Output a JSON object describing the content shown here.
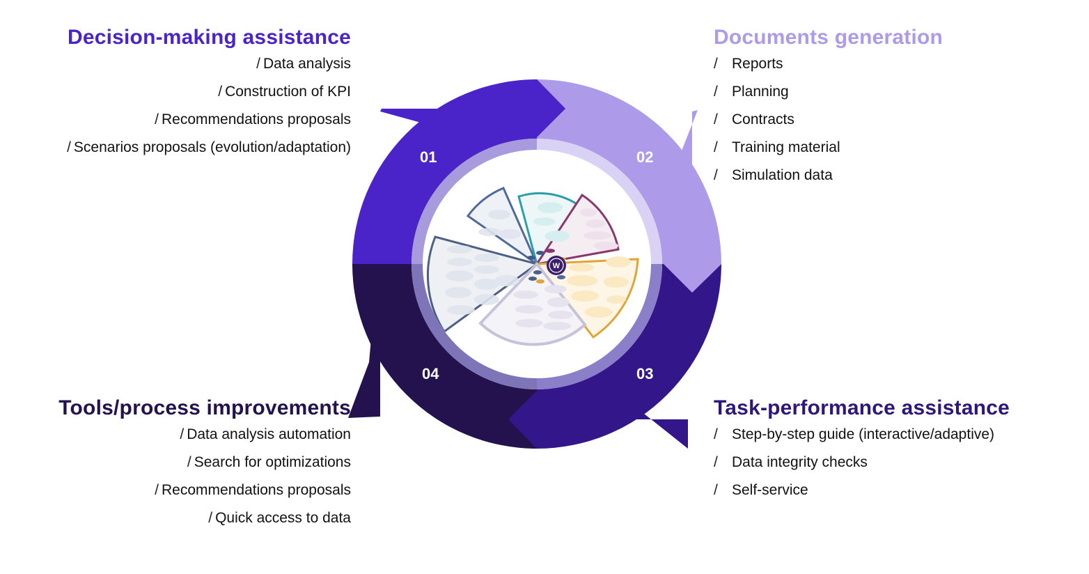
{
  "quadrants": {
    "q1": {
      "number": "01",
      "title": "Decision-making assistance",
      "items": [
        "Data analysis",
        "Construction of KPI",
        "Recommendations proposals",
        "Scenarios proposals (evolution/adaptation)"
      ]
    },
    "q2": {
      "number": "02",
      "title": "Documents generation",
      "items": [
        "Reports",
        "Planning",
        "Contracts",
        "Training material",
        "Simulation data"
      ]
    },
    "q3": {
      "number": "03",
      "title": "Task-performance assistance",
      "items": [
        "Step-by-step guide (interactive/adaptive)",
        "Data integrity checks",
        "Self-service"
      ]
    },
    "q4": {
      "number": "04",
      "title": "Tools/process improvements",
      "items": [
        "Data analysis automation",
        "Search for optimizations",
        "Recommendations proposals",
        "Quick access to data"
      ]
    }
  },
  "bullet_glyph": "/",
  "colors": {
    "q1": "#4a24c8",
    "q2": "#ad9be9",
    "q3": "#33168a",
    "q4": "#24124f"
  },
  "center_logo": "W"
}
